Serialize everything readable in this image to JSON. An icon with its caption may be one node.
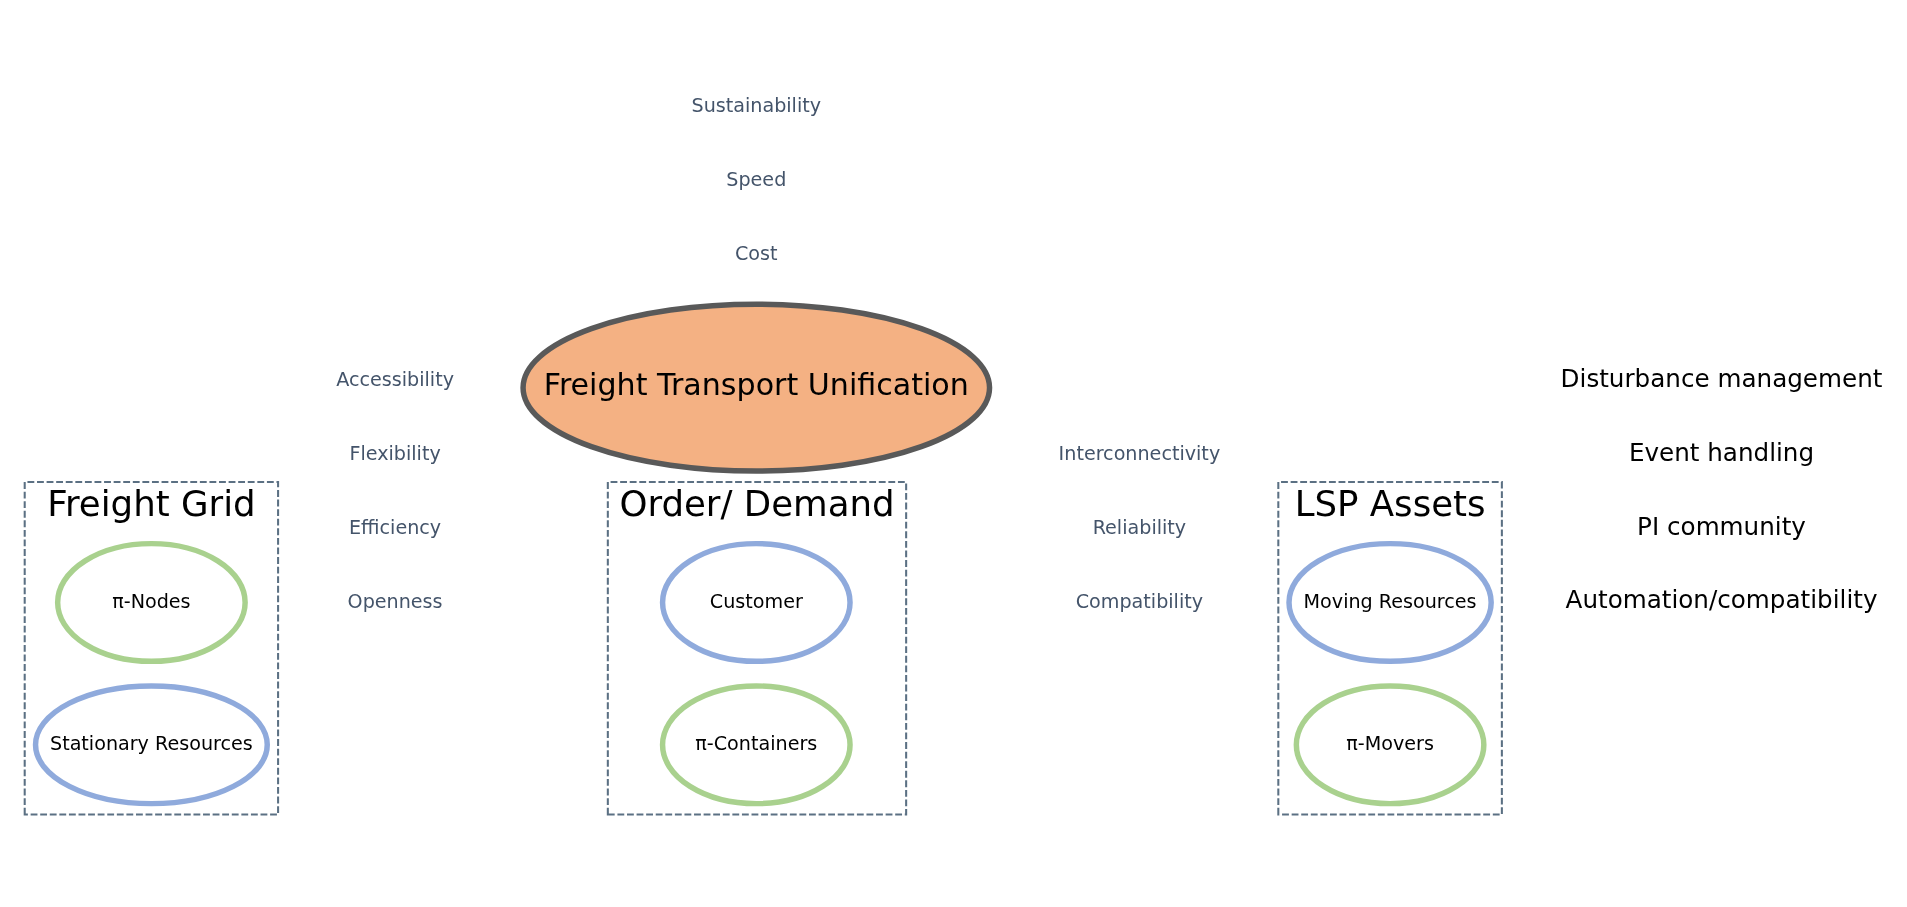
{
  "diagram": {
    "nodes": [
      {
        "text": [
          "Order/ Demand"
        ]
      },
      {
        "text": [
          "Customer"
        ],
        "in": 0
      },
      {
        "text": [
          "π-Containers"
        ],
        "in": 0
      },
      {
        "text": [
          "Freight Grid"
        ]
      },
      {
        "text": [
          "π-Nodes"
        ],
        "in": 3
      },
      {
        "text": [
          "Stationary Resources"
        ],
        "in": 3
      },
      {
        "text": [
          "Freight Transport Unification"
        ]
      },
      {
        "text": [
          "LSP Assets"
        ]
      },
      {
        "text": [
          "Moving Resources"
        ],
        "in": 7
      },
      {
        "text": [
          "π-Movers"
        ],
        "in": 7
      }
    ],
    "labels": [
      "Openness",
      "Cost",
      "Compatibility",
      "Efficiency",
      "Reliability",
      "Flexibility",
      "Interconnectivity",
      "Speed",
      "Sustainability",
      "Accessibility",
      "Automation/compatibility",
      "PI community",
      "Event handling",
      "Disturbance management"
    ]
  }
}
